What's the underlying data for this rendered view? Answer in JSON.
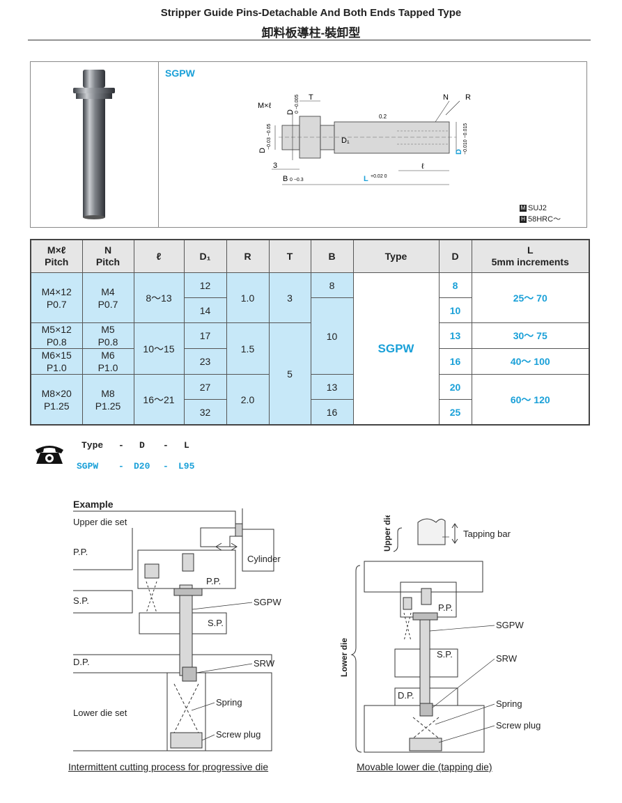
{
  "title_en": "Stripper Guide Pins-Detachable And Both Ends Tapped Type",
  "title_zh": "卸料板導柱-裝卸型",
  "product_code": "SGPW",
  "drawing_labels": {
    "mxl": "M×ℓ",
    "d_tol": "D",
    "t": "T",
    "n": "N",
    "r": "R",
    "d1": "D₁",
    "chamfer": "0.2",
    "three": "3",
    "ell": "ℓ",
    "b": "B",
    "l": "L",
    "b_tol": "0 −0.3",
    "l_tol": "+0.02 0",
    "d_top_tol": "0 −0.005",
    "d_left_tol": "−0.03 −0.05",
    "d_right_tol": "−0.010 −0.015"
  },
  "material": {
    "m_tag": "M",
    "m_text": "SUJ2",
    "h_tag": "H",
    "h_text": "58HRC～"
  },
  "table": {
    "headers": {
      "mxl_1": "M×ℓ",
      "mxl_2": "Pitch",
      "n_1": "N",
      "n_2": "Pitch",
      "l": "ℓ",
      "d1": "D₁",
      "r": "R",
      "t": "T",
      "b": "B",
      "type": "Type",
      "d": "D",
      "L_1": "L",
      "L_2": "5mm increments"
    },
    "cells": {
      "m1": "M4×12",
      "m1p": "P0.7",
      "n1": "M4",
      "n1p": "P0.7",
      "l1": "8～13",
      "d1a": "12",
      "d1b": "14",
      "r1": "1.0",
      "t1": "3",
      "b1": "8",
      "m2": "M5×12",
      "m2p": "P0.8",
      "n2": "M5",
      "n2p": "P0.8",
      "m3": "M6×15",
      "m3p": "P1.0",
      "n3": "M6",
      "n3p": "P1.0",
      "l2": "10～15",
      "d1c": "17",
      "d1d": "23",
      "r2": "1.5",
      "b2": "10",
      "t2": "5",
      "m4": "M8×20",
      "m4p": "P1.25",
      "n4": "M8",
      "n4p": "P1.25",
      "l3": "16～21",
      "d1e": "27",
      "d1f": "32",
      "r3": "2.0",
      "b3": "13",
      "b4": "16",
      "type": "SGPW",
      "D": [
        "8",
        "10",
        "13",
        "16",
        "20",
        "25"
      ],
      "L": [
        "25～ 70",
        "30～ 75",
        "40～ 100",
        "60～ 120"
      ]
    }
  },
  "order": {
    "head": [
      "Type",
      "-",
      "D",
      "-",
      "L"
    ],
    "example": [
      "SGPW",
      "-",
      "D20",
      "-",
      "L95"
    ]
  },
  "example": {
    "title": "Example",
    "left_labels": {
      "upper": "Upper die set",
      "pp": "P.P.",
      "sp": "S.P.",
      "dp": "D.P.",
      "lower": "Lower die set",
      "cylinder": "Cylinder",
      "pp_in": "P.P.",
      "sp_in": "S.P.",
      "sgpw": "SGPW",
      "srw": "SRW",
      "spring": "Spring",
      "plug": "Screw plug"
    },
    "left_caption": "Intermittent cutting process for progressive die",
    "right_labels": {
      "upper_die": "Upper die",
      "tapping": "Tapping bar",
      "lower_die": "Lower die",
      "pp": "P.P.",
      "sgpw": "SGPW",
      "sp": "S.P.",
      "srw": "SRW",
      "dp": "D.P.",
      "spring": "Spring",
      "plug": "Screw plug"
    },
    "right_caption": "Movable lower die (tapping die)"
  }
}
